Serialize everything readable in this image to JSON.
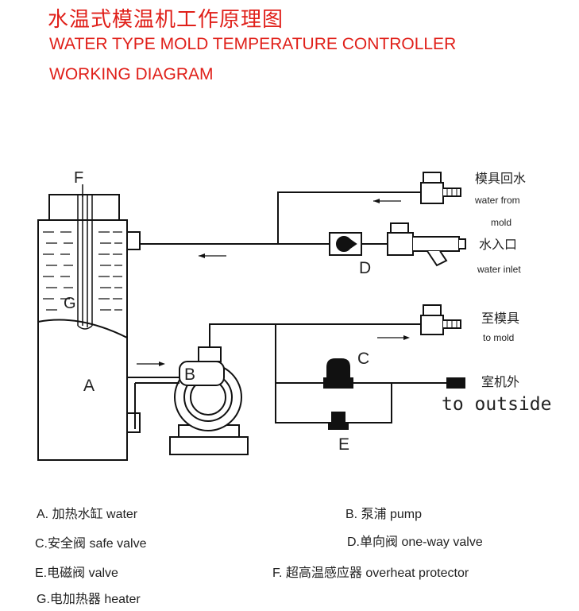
{
  "title": {
    "cn": "水温式模温机工作原理图",
    "en_line1": "WATER TYPE MOLD TEMPERATURE CONTROLLER",
    "en_line2": "WORKING DIAGRAM"
  },
  "colors": {
    "title": "#e0201a",
    "line": "#111111"
  },
  "diagram_labels": {
    "F": "F",
    "G": "G",
    "A": "A",
    "B": "B",
    "C": "C",
    "D": "D",
    "E": "E",
    "return_cn": "模具回水",
    "return_en1": "water from",
    "return_en2": "mold",
    "inlet_cn": "水入口",
    "inlet_en": "water inlet",
    "tomold_cn": "至模具",
    "tomold_en": "to mold",
    "outside_cn": "室机外",
    "outside_en": "to outside"
  },
  "legend": {
    "a": "A. 加热水缸  water",
    "b": "B. 泵浦    pump",
    "c": "C.安全阀    safe valve",
    "d": "D.单向阀    one-way valve",
    "e": "E.电磁阀     valve",
    "f": "F. 超高温感应器   overheat protector",
    "g": "G.电加热器  heater"
  }
}
